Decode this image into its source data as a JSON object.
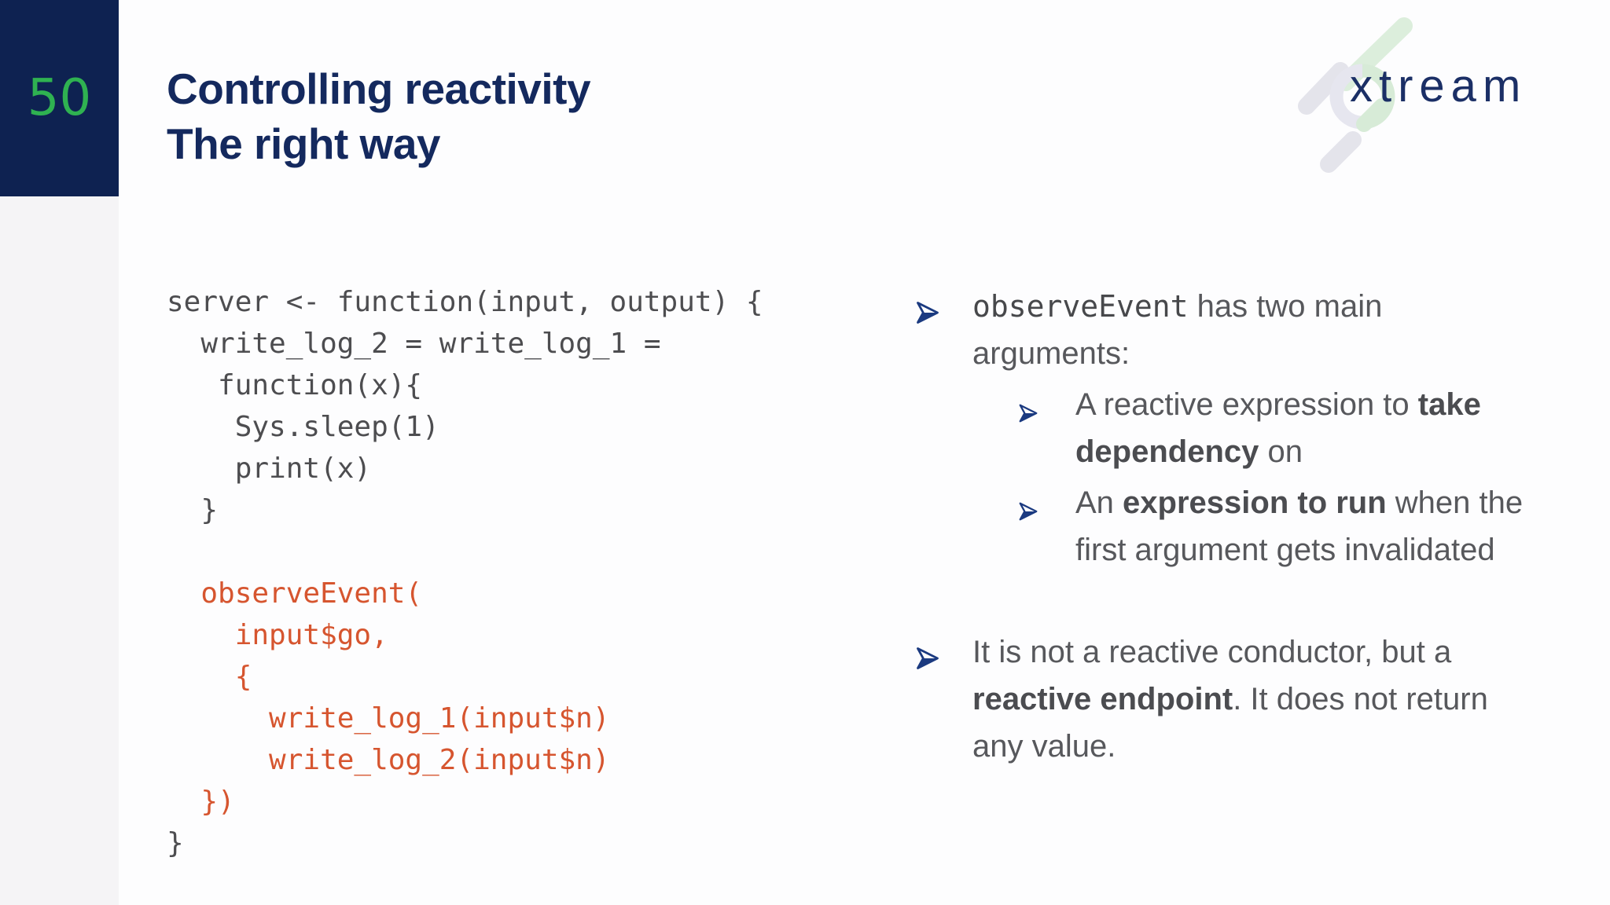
{
  "slide": {
    "number": "50",
    "title_line1": "Controlling reactivity",
    "title_line2": "The right way"
  },
  "logo": {
    "text": "xtream"
  },
  "colors": {
    "navy_box": "#0e2251",
    "title_navy": "#14295e",
    "slide_number_green": "#2fb251",
    "code_gray": "#4d4d50",
    "code_orange": "#d6552f",
    "body_text_gray": "#57585c",
    "bullet_marker_navy": "#1b3a80",
    "side_strip_gray": "#f5f4f6",
    "logo_pale_green": "#dceedc",
    "logo_pale_gray": "#e4e4eb"
  },
  "code": {
    "lines": [
      {
        "text": "server <- function(input, output) {",
        "color": "gray"
      },
      {
        "text": "  write_log_2 = write_log_1 =",
        "color": "gray"
      },
      {
        "text": "   function(x){",
        "color": "gray"
      },
      {
        "text": "    Sys.sleep(1)",
        "color": "gray"
      },
      {
        "text": "    print(x)",
        "color": "gray"
      },
      {
        "text": "  }",
        "color": "gray"
      },
      {
        "text": "",
        "color": "gray"
      },
      {
        "text": "  observeEvent(",
        "color": "orange"
      },
      {
        "text": "    input$go,",
        "color": "orange"
      },
      {
        "text": "    {",
        "color": "orange"
      },
      {
        "text": "      write_log_1(input$n)",
        "color": "orange"
      },
      {
        "text": "      write_log_2(input$n)",
        "color": "orange"
      },
      {
        "text": "  })",
        "color": "orange"
      },
      {
        "text": "}",
        "color": "gray"
      }
    ]
  },
  "bullets": [
    {
      "level": 1,
      "gap": false,
      "segments": [
        {
          "t": "observeEvent",
          "s": "m"
        },
        {
          "t": " has two main arguments:",
          "s": "n"
        }
      ]
    },
    {
      "level": 2,
      "gap": false,
      "segments": [
        {
          "t": "A reactive expression to ",
          "s": "n"
        },
        {
          "t": "take dependency",
          "s": "b"
        },
        {
          "t": " on",
          "s": "n"
        }
      ]
    },
    {
      "level": 2,
      "gap": false,
      "segments": [
        {
          "t": "An ",
          "s": "n"
        },
        {
          "t": "expression to run",
          "s": "b"
        },
        {
          "t": " when the first argument gets invalidated",
          "s": "n"
        }
      ]
    },
    {
      "level": 1,
      "gap": true,
      "segments": [
        {
          "t": "It is not a reactive conductor, but a ",
          "s": "n"
        },
        {
          "t": "reactive endpoint",
          "s": "b"
        },
        {
          "t": ". It does not return any value.",
          "s": "n"
        }
      ]
    }
  ]
}
